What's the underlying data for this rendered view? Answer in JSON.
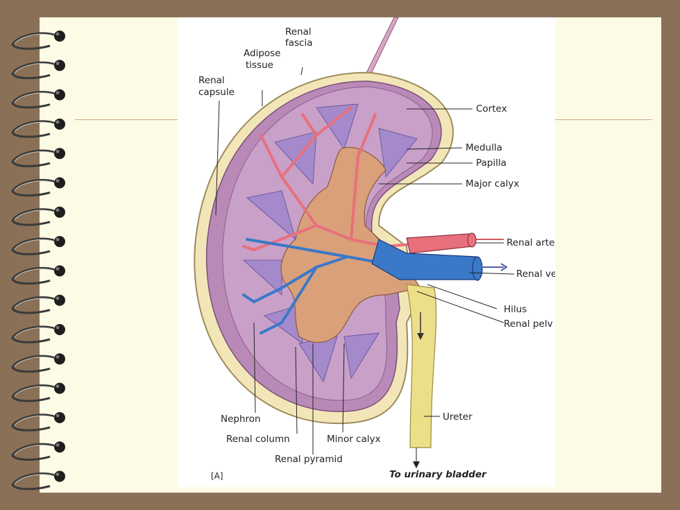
{
  "figure": {
    "panel_letter": "[A]",
    "labels": {
      "renal_fascia_1": "Renal",
      "renal_fascia_2": "fascia",
      "adipose_1": "Adipose",
      "adipose_2": "tissue",
      "capsule_1": "Renal",
      "capsule_2": "capsule",
      "cortex": "Cortex",
      "medulla": "Medulla",
      "papilla": "Papilla",
      "major_calyx": "Major calyx",
      "renal_artery": "Renal arte",
      "renal_vein": "Renal ve",
      "hilus": "Hilus",
      "renal_pelvis": "Renal pelv",
      "nephron": "Nephron",
      "renal_column": "Renal column",
      "minor_calyx": "Minor calyx",
      "renal_pyramid": "Renal pyramid",
      "ureter": "Ureter",
      "to_bladder": "To urinary bladder"
    }
  },
  "colors": {
    "background": "#8a7057",
    "slide": "#fdfbe6",
    "artery": "#e8707c",
    "vein": "#3a78c8",
    "cortex": "#c8a0c8",
    "fat": "#f2e6b8",
    "ureter": "#ecdf8a"
  }
}
